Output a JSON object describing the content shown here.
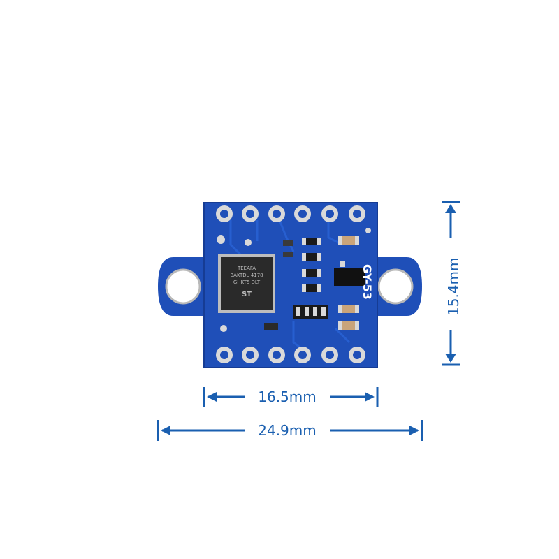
{
  "board": {
    "silkscreen_label": "GY-53",
    "chip_marking": [
      "TEEAFA",
      "BAKTDL 4178",
      "GHKT5 DLT",
      "ST"
    ],
    "colors": {
      "pcb": "#1f4fb8",
      "pcb_dark": "#163c94",
      "pad": "#d9d9d9",
      "chip": "#2a2a2a",
      "dimension": "#1a5fb0"
    }
  },
  "dimensions": {
    "height": "15.4mm",
    "inner_width": "16.5mm",
    "outer_width": "24.9mm"
  }
}
